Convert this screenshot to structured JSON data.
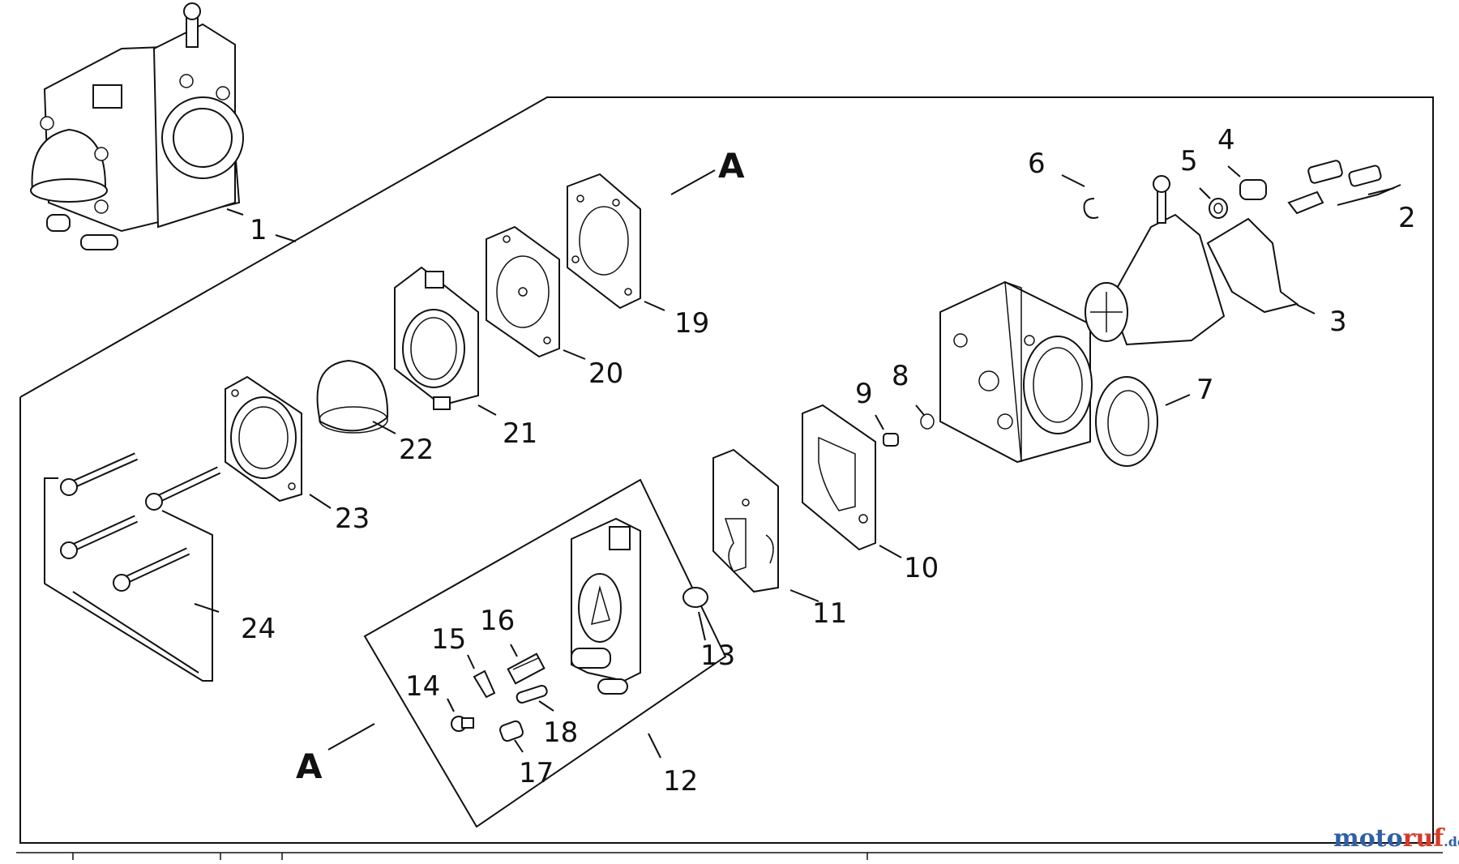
{
  "diagram": {
    "section_marks": [
      "A",
      "A"
    ],
    "callouts": [
      "1",
      "2",
      "3",
      "4",
      "5",
      "6",
      "7",
      "8",
      "9",
      "10",
      "11",
      "12",
      "13",
      "14",
      "15",
      "16",
      "17",
      "18",
      "19",
      "20",
      "21",
      "22",
      "23",
      "24"
    ]
  },
  "watermark": {
    "part1": "moto",
    "part2": "ruf",
    "suffix": ".de"
  },
  "colors": {
    "line": "#111111",
    "background": "#ffffff",
    "watermark_blue": "#2f5fa6",
    "watermark_red": "#d73a2a"
  }
}
